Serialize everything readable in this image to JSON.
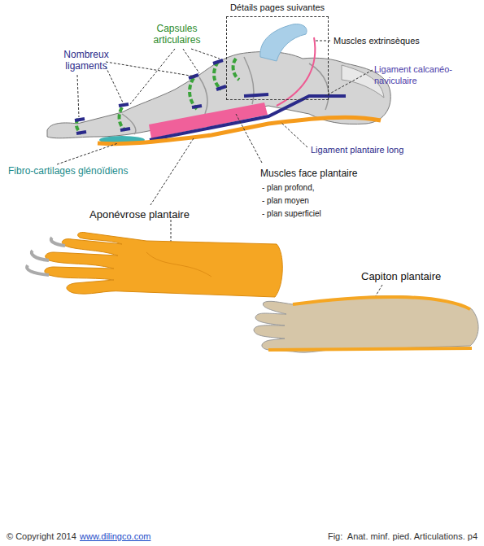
{
  "diagram": {
    "caption": "Fig:  Anat. minf. pied. Articulations. p4",
    "nodes": [
      {
        "text": [
          "Détails pages suivantes"
        ]
      }
    ],
    "labels": [
      "Capsules articulaires",
      "Nombreux ligaments",
      "Muscles extrinsèques",
      "Ligament calcanéo-naviculaire",
      "Ligament plantaire long",
      "Fibro-cartilages glénoïdiens",
      "Muscles face plantaire",
      "- plan profond,",
      "- plan moyen",
      "- plan superficiel",
      "Aponévrose plantaire",
      "Capiton plantaire",
      "© Copyright 2014",
      "www.dilingco.com"
    ]
  }
}
